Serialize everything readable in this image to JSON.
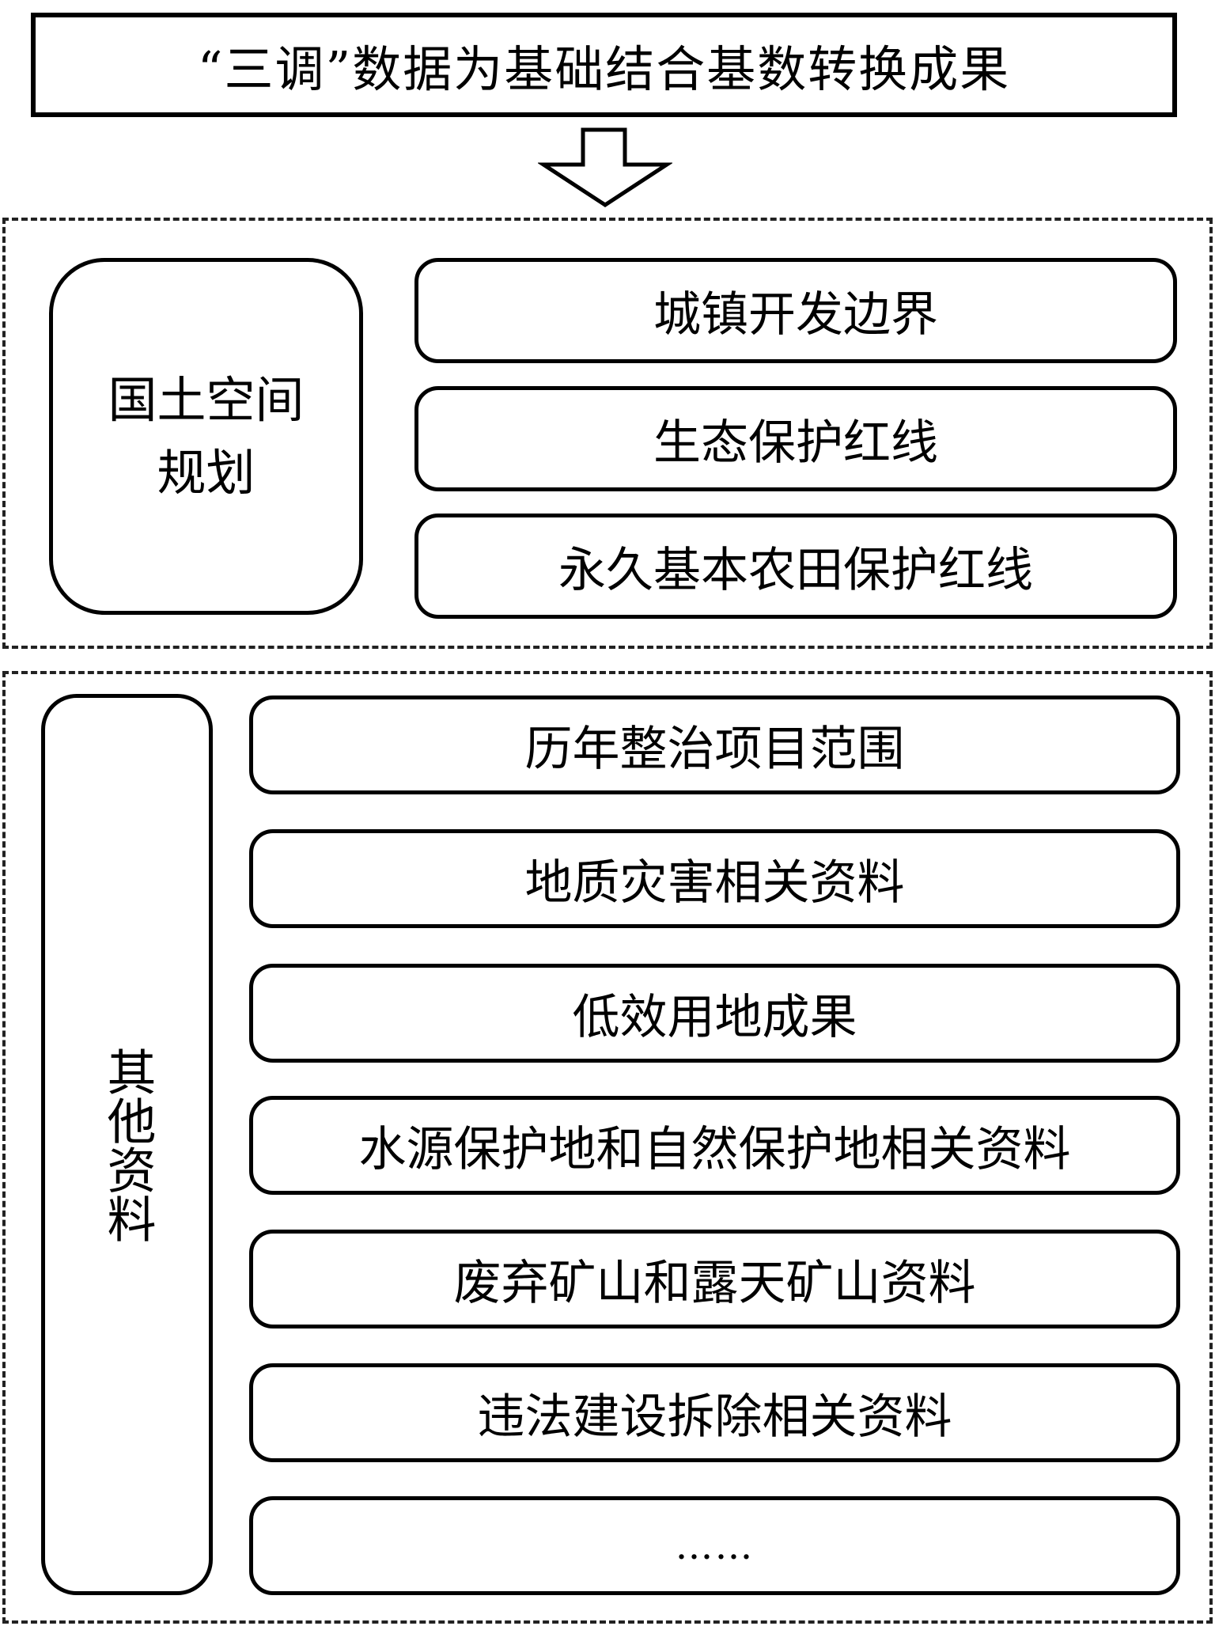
{
  "header": {
    "title": "“三调”数据为基础结合基数转换成果"
  },
  "arrow": {
    "icon": "down-arrow-icon"
  },
  "section1": {
    "label": "国土空间规划",
    "label_lines": [
      "国土空间",
      "规划"
    ],
    "items": [
      "城镇开发边界",
      "生态保护红线",
      "永久基本农田保护红线"
    ]
  },
  "section2": {
    "label": "其他资料",
    "items": [
      "历年整治项目范围",
      "地质灾害相关资料",
      "低效用地成果",
      "水源保护地和自然保护地相关资料",
      "废弃矿山和露天矿山资料",
      "违法建设拆除相关资料",
      "……"
    ]
  }
}
